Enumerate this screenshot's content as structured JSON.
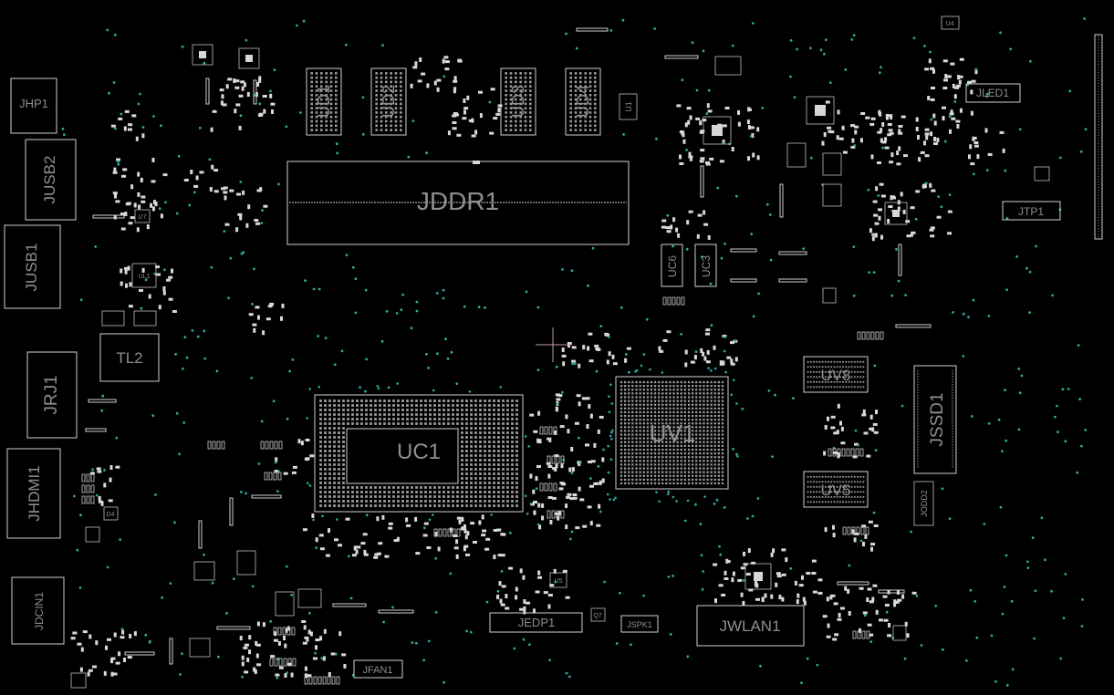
{
  "title": "",
  "colors": {
    "background": "#000000",
    "outline": "#cfcfcf",
    "label": "#8e8e8e",
    "via": "#2ea8a0",
    "crosshair": "#c49a9a"
  },
  "components": {
    "JHP1": "JHP1",
    "JUSB2": "JUSB2",
    "JUSB1": "JUSB1",
    "TL2": "TL2",
    "JRJ1": "JRJ1",
    "JHDMI1": "JHDMI1",
    "JDCIN1": "JDCIN1",
    "UD1": "UD1",
    "UD2": "UD2",
    "UD3": "UD3",
    "UD4": "UD4",
    "JDDR1": "JDDR1",
    "UC1": "UC1",
    "UV1": "UV1",
    "UV8": "UV8",
    "UV5": "UV5",
    "JSSD1": "JSSD1",
    "JODD2": "JODD2",
    "UC6": "UC6",
    "UC3": "UC3",
    "JLED1": "JLED1",
    "JTP1": "JTP1",
    "JEDP1": "JEDP1",
    "JSPK1": "JSPK1",
    "JWLAN1": "JWLAN1",
    "JFAN1": "JFAN1",
    "U1": "U1",
    "U4": "U4",
    "U5": "U5",
    "UL1": "UL1",
    "U7": "U7",
    "D4": "D4",
    "Q7": "Q7"
  }
}
